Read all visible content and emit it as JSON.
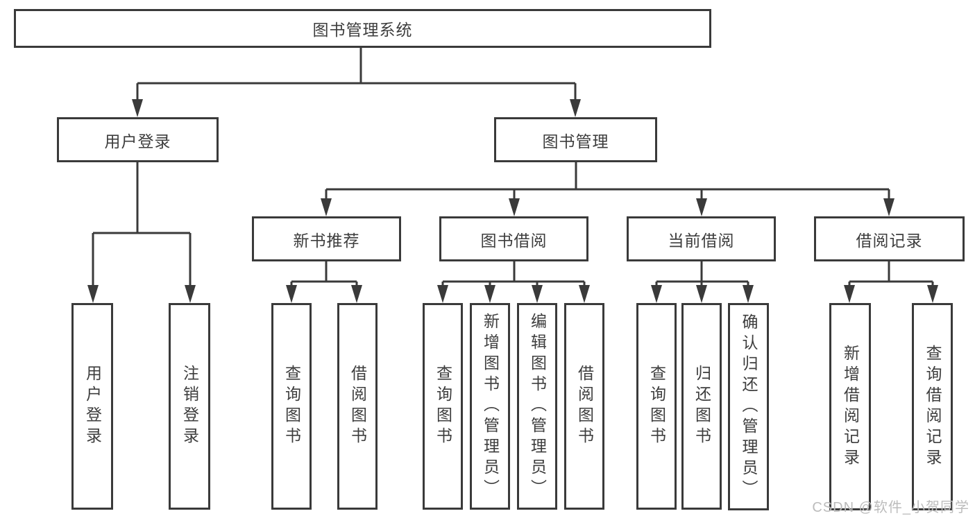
{
  "diagram": {
    "root": "图书管理系统",
    "level2": [
      "用户登录",
      "图书管理"
    ],
    "level3": [
      "新书推荐",
      "图书借阅",
      "当前借阅",
      "借阅记录"
    ],
    "leaves": [
      "用户登录",
      "注销登录",
      "查询图书",
      "借阅图书",
      "查询图书",
      "新增图书（管理员）",
      "编辑图书（管理员）",
      "借阅图书",
      "查询图书",
      "归还图书",
      "确认归还（管理员）",
      "新增借阅记录",
      "查询借阅记录"
    ]
  },
  "watermark": "CSDN @软件_小贺同学",
  "colors": {
    "line": "#3a3a3a",
    "text": "#3d3d3d",
    "watermark": "#bcbcbc",
    "background": "#ffffff"
  }
}
